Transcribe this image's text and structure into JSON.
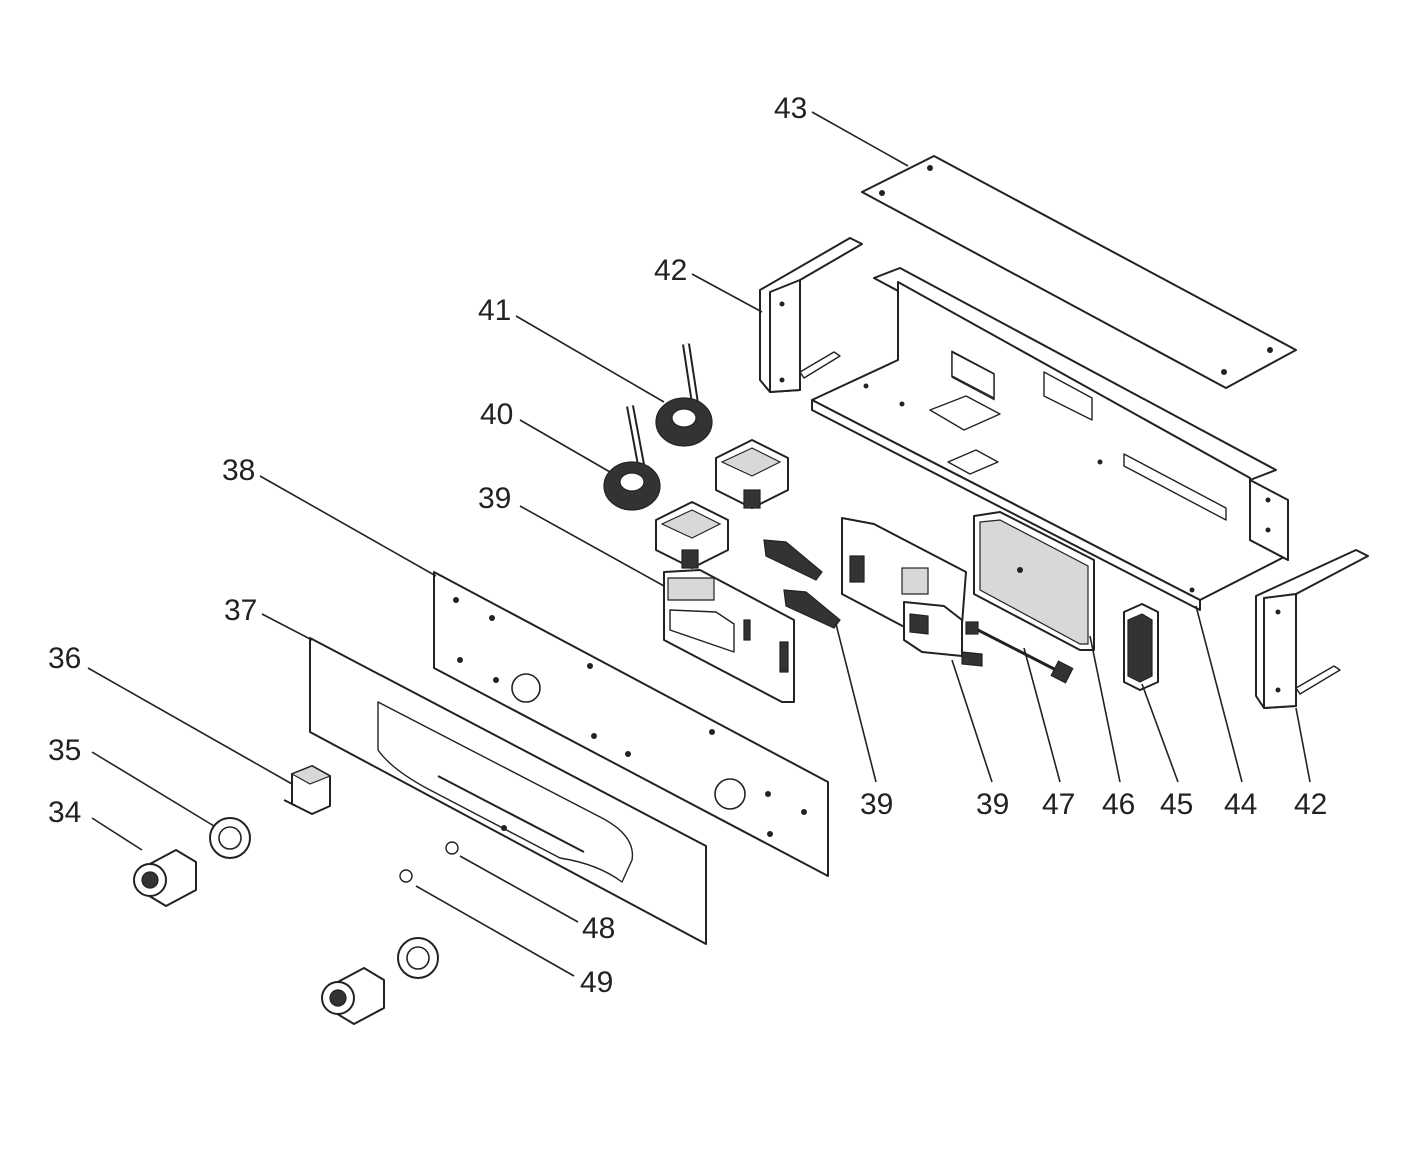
{
  "callouts": [
    {
      "id": "c43",
      "text": "43"
    },
    {
      "id": "c42a",
      "text": "42"
    },
    {
      "id": "c41",
      "text": "41"
    },
    {
      "id": "c40",
      "text": "40"
    },
    {
      "id": "c38",
      "text": "38"
    },
    {
      "id": "c39a",
      "text": "39"
    },
    {
      "id": "c37",
      "text": "37"
    },
    {
      "id": "c36",
      "text": "36"
    },
    {
      "id": "c35",
      "text": "35"
    },
    {
      "id": "c34",
      "text": "34"
    },
    {
      "id": "c39b",
      "text": "39"
    },
    {
      "id": "c39c",
      "text": "39"
    },
    {
      "id": "c47",
      "text": "47"
    },
    {
      "id": "c46",
      "text": "46"
    },
    {
      "id": "c45",
      "text": "45"
    },
    {
      "id": "c44",
      "text": "44"
    },
    {
      "id": "c42b",
      "text": "42"
    },
    {
      "id": "c48",
      "text": "48"
    },
    {
      "id": "c49",
      "text": "49"
    }
  ]
}
